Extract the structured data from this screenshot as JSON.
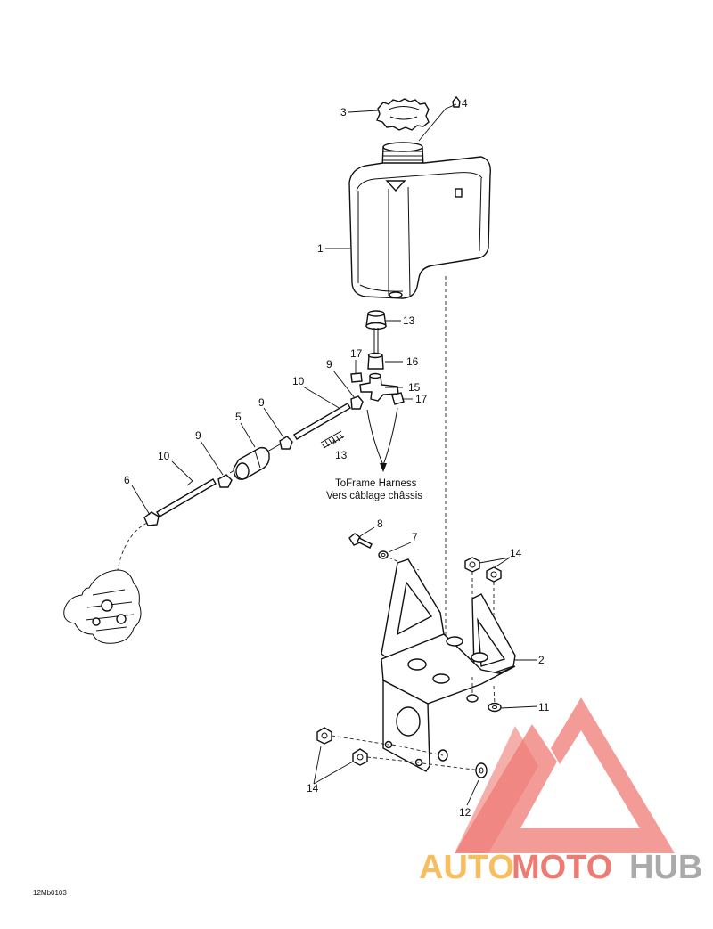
{
  "callouts": [
    {
      "id": "c1",
      "text": "1"
    },
    {
      "id": "c2",
      "text": "2"
    },
    {
      "id": "c3",
      "text": "3"
    },
    {
      "id": "c4",
      "text": "4"
    },
    {
      "id": "c5",
      "text": "5"
    },
    {
      "id": "c6",
      "text": "6"
    },
    {
      "id": "c7",
      "text": "7"
    },
    {
      "id": "c8",
      "text": "8"
    },
    {
      "id": "c9a",
      "text": "9"
    },
    {
      "id": "c9b",
      "text": "9"
    },
    {
      "id": "c9c",
      "text": "9"
    },
    {
      "id": "c10a",
      "text": "10"
    },
    {
      "id": "c10b",
      "text": "10"
    },
    {
      "id": "c11",
      "text": "11"
    },
    {
      "id": "c12",
      "text": "12"
    },
    {
      "id": "c13a",
      "text": "13"
    },
    {
      "id": "c13b",
      "text": "13"
    },
    {
      "id": "c14a",
      "text": "14"
    },
    {
      "id": "c14b",
      "text": "14"
    },
    {
      "id": "c15",
      "text": "15"
    },
    {
      "id": "c16",
      "text": "16"
    },
    {
      "id": "c17a",
      "text": "17"
    },
    {
      "id": "c17b",
      "text": "17"
    }
  ],
  "harness_note": {
    "line1": "ToFrame Harness",
    "line2": "Vers câblage châssis"
  },
  "diagram_code": "12Mb0103",
  "watermark": {
    "part1": "AUTO",
    "part2": "MOTO",
    "part3": "HUB",
    "color_orange": "#f5a623",
    "color_red": "#e8473f",
    "color_gray": "#8a8a8a"
  }
}
